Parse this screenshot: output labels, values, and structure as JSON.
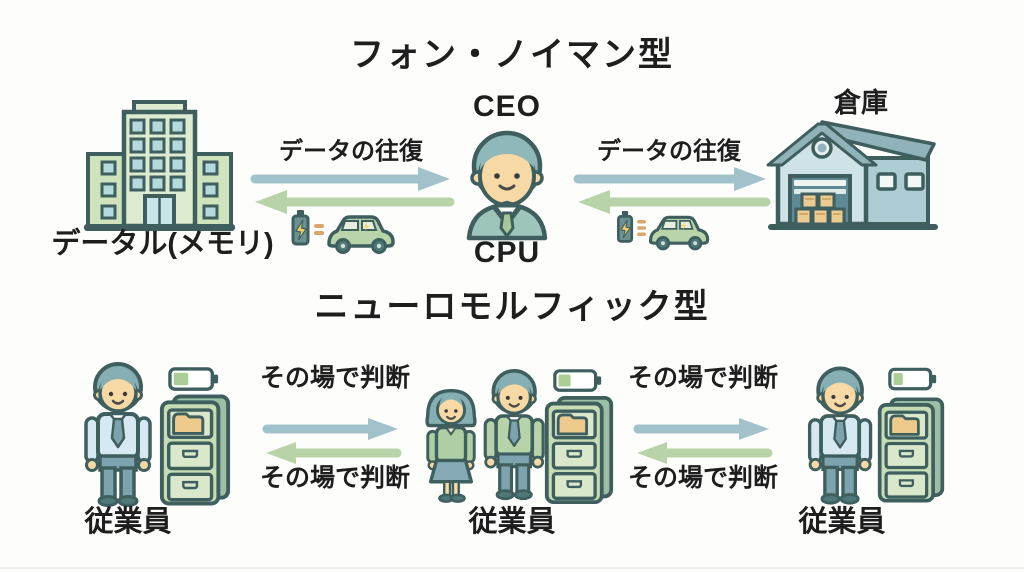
{
  "colors": {
    "outline": "#3f5f5f",
    "arrow_blue": "#a2c2cb",
    "arrow_green": "#b9d3a9",
    "text": "#1e1e1e",
    "background": "#fdfdfc"
  },
  "icons": {
    "memory": "office-building-icon",
    "cpu": "business-person-icon",
    "warehouse": "warehouse-icon",
    "energy_cost": "battery-equals-car-icon",
    "employee_man": "employee-man-icon",
    "employee_woman": "employee-woman-icon",
    "storage": "file-cabinet-icon",
    "battery": "battery-icon",
    "flow_right": "arrow-right-icon",
    "flow_left": "arrow-left-icon"
  },
  "von_neumann": {
    "title": "フォン・ノイマン型",
    "memory_label": "データル(メモリ)",
    "cpu_top_label": "CEO",
    "cpu_bottom_label": "CPU",
    "warehouse_label": "倉庫",
    "left_flow_label": "データの往復",
    "right_flow_label": "データの往復"
  },
  "neuromorphic": {
    "title": "ニューロモルフィック型",
    "left_flow": {
      "top": "その場で判断",
      "bottom": "その場で判断"
    },
    "right_flow": {
      "top": "その場で判断",
      "bottom": "その場で判断"
    },
    "groups": [
      {
        "label": "従業員"
      },
      {
        "label": "従業員"
      },
      {
        "label": "従業員"
      }
    ]
  }
}
